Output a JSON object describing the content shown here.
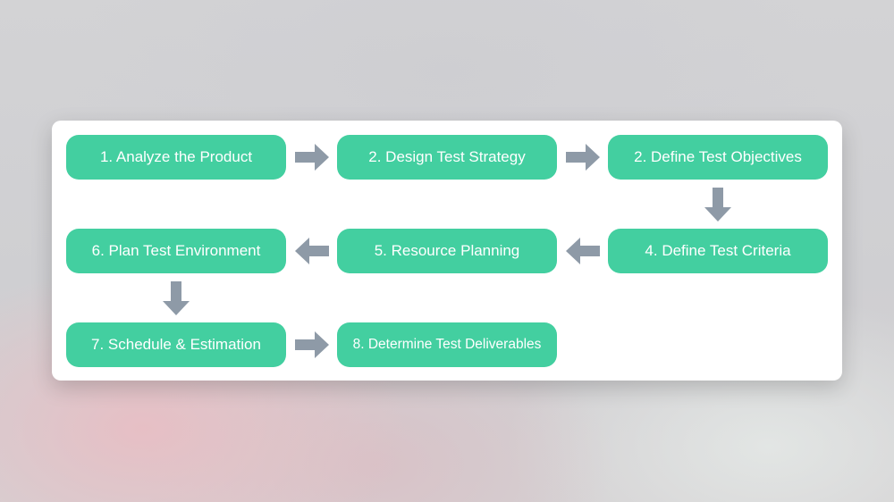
{
  "steps": [
    {
      "label": "1. Analyze the Product"
    },
    {
      "label": "2. Design Test Strategy"
    },
    {
      "label": "2. Define Test Objectives"
    },
    {
      "label": "4. Define Test Criteria"
    },
    {
      "label": "5. Resource Planning"
    },
    {
      "label": "6. Plan Test Environment"
    },
    {
      "label": "7. Schedule & Estimation"
    },
    {
      "label": "8. Determine Test Deliverables"
    }
  ],
  "colors": {
    "step_fill": "#43cfa0",
    "step_text": "#ffffff",
    "arrow": "#8e9aa7",
    "card": "#ffffff"
  },
  "icons": {
    "arrow_right": "arrow-right-icon",
    "arrow_left": "arrow-left-icon",
    "arrow_down": "arrow-down-icon"
  }
}
